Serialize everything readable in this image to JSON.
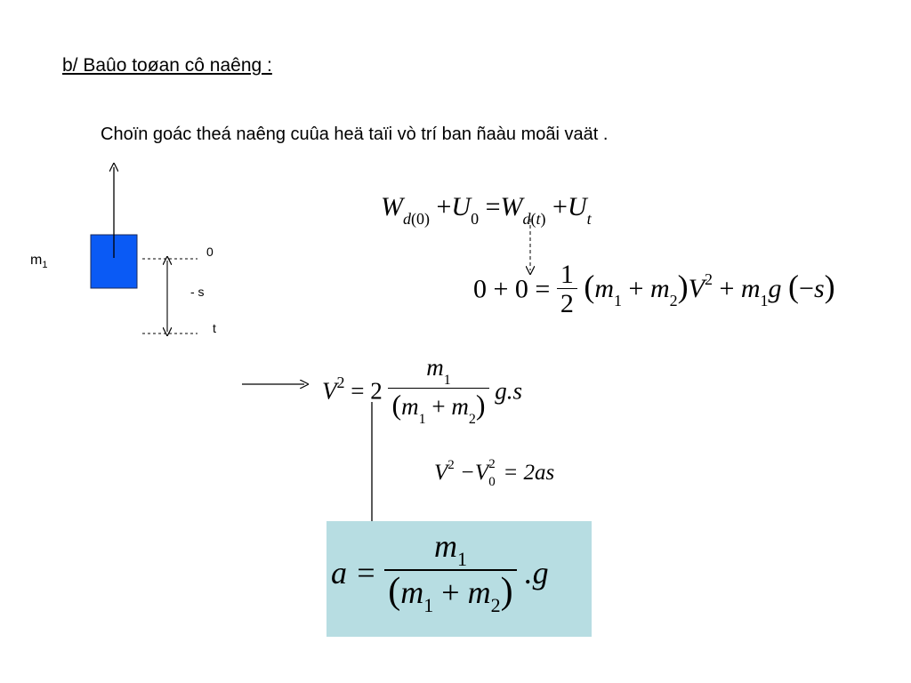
{
  "heading": "b/ Baûo toøan cô naêng :",
  "intro": "Choïn goác theá naêng cuûa heä taïi vò trí ban ñaàu moãi vaät .",
  "diagram": {
    "mass_label": "m",
    "mass_sub": "1",
    "label_zero": "0",
    "label_minus_s": "- s",
    "label_t": "t",
    "block_color": "#0a5af5"
  },
  "eq1": {
    "W": "W",
    "d0_sub": "d(0)",
    "plus1": "+",
    "U": "U",
    "zero_sub": "0",
    "eq": "=",
    "W2": "W",
    "dt_sub": "d(t)",
    "plus2": "+",
    "U2": "U",
    "t_sub": "t"
  },
  "eq2": {
    "lhs": "0 + 0 =",
    "num": "1",
    "den": "2",
    "body": "(m₁ + m₂)V² + m₁g(−s)"
  },
  "eq3": {
    "lhs": "V",
    "lhs_sup": "2",
    "eq": "= 2",
    "num_m": "m",
    "num_sub": "1",
    "den": "(m₁ + m₂)",
    "rhs": "g.s"
  },
  "eq4": {
    "text_left": "V",
    "sup1": "2",
    "minus": "−V",
    "sub0": "0",
    "sup2": "2",
    "rhs": "= 2as"
  },
  "eq5": {
    "lhs": "a =",
    "num_m": "m",
    "num_sub": "1",
    "den": "(m₁ + m₂)",
    "rhs": ".g",
    "highlight_color": "#b7dde2"
  }
}
